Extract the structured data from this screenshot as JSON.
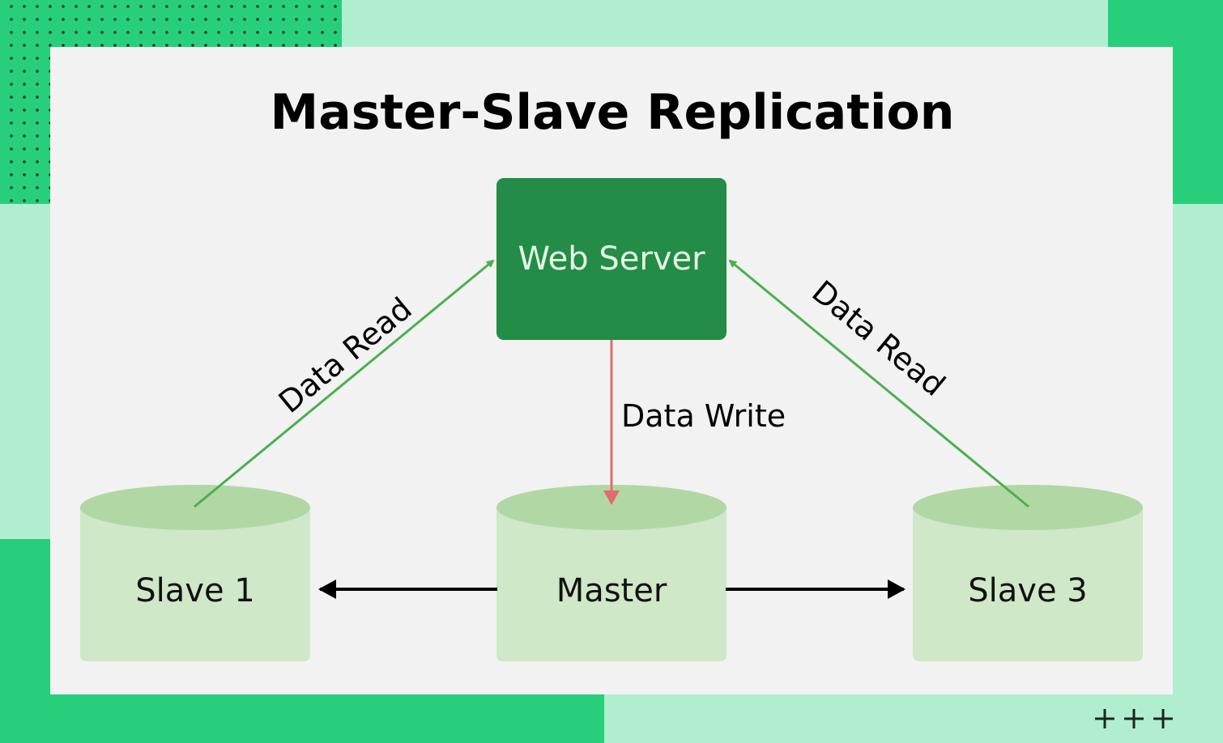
{
  "title": "Master-Slave Replication",
  "colors": {
    "background_mint": "#b1eed0",
    "accent_green": "#28cf7a",
    "card_background": "#f2f2f2",
    "server_fill": "#238c46",
    "server_text": "#e6f8e6",
    "cylinder_top": "#b1d8a4",
    "cylinder_body": "#cfe8c8",
    "read_arrow": "#4caf50",
    "write_arrow": "#e06c6c",
    "replication_arrow": "#000000"
  },
  "nodes": {
    "web_server": {
      "label": "Web Server",
      "shape": "rounded-rectangle"
    },
    "slave_1": {
      "label": "Slave 1",
      "shape": "cylinder"
    },
    "master": {
      "label": "Master",
      "shape": "cylinder"
    },
    "slave_3": {
      "label": "Slave 3",
      "shape": "cylinder"
    }
  },
  "edges": [
    {
      "from": "slave_1",
      "to": "web_server",
      "label": "Data Read",
      "color": "#4caf50"
    },
    {
      "from": "slave_3",
      "to": "web_server",
      "label": "Data Read",
      "color": "#4caf50"
    },
    {
      "from": "web_server",
      "to": "master",
      "label": "Data Write",
      "color": "#e06c6c"
    },
    {
      "from": "master",
      "to": "slave_1",
      "label": "",
      "color": "#000000"
    },
    {
      "from": "master",
      "to": "slave_3",
      "label": "",
      "color": "#000000"
    }
  ],
  "decoration": {
    "plus_marks": "+ + +"
  }
}
